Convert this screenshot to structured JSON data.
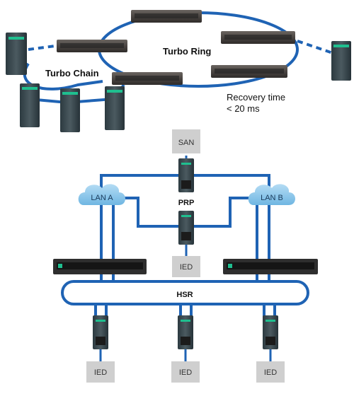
{
  "top": {
    "turbo_ring_label": "Turbo Ring",
    "turbo_chain_label": "Turbo Chain",
    "recovery_line1": "Recovery time",
    "recovery_line2": "< 20 ms"
  },
  "bottom": {
    "san_label": "SAN",
    "lan_a_label": "LAN A",
    "lan_b_label": "LAN B",
    "prp_label": "PRP",
    "hsr_label": "HSR",
    "ied_mid_label": "IED",
    "ied_bottom_labels": [
      "IED",
      "IED",
      "IED"
    ]
  },
  "colors": {
    "link_blue": "#1f63b4",
    "cloud_blue": "#8cc8ec",
    "box_gray": "#cfcfcf",
    "device_dark": "#3a3a3a"
  }
}
